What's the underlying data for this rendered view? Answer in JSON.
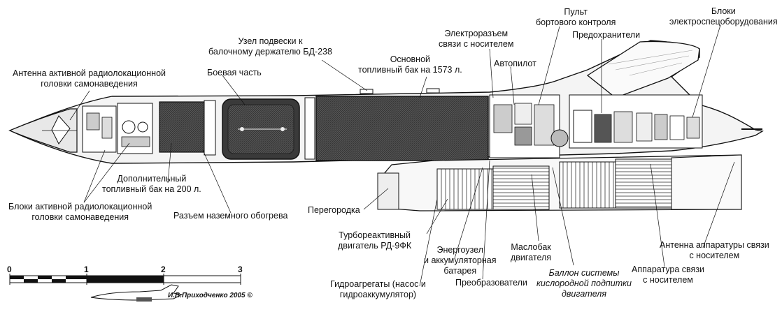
{
  "labels": {
    "antenna_radar": [
      "Антенна активной радиолокационной",
      "головки самонаведения"
    ],
    "warhead": "Боевая часть",
    "pylon_mount": [
      "Узел подвески к",
      "балочному держателю БД-238"
    ],
    "main_tank": [
      "Основной",
      "топливный бак на 1573 л."
    ],
    "connector": [
      "Электроразъем",
      "связи с носителем"
    ],
    "autopilot": "Автопилот",
    "control_panel": [
      "Пульт",
      "бортового контроля"
    ],
    "fuses": "Предохранители",
    "equipment_blocks": [
      "Блоки",
      "электроспецоборудования"
    ],
    "extra_tank": [
      "Дополнитель­ный",
      "топливный бак на 200 л."
    ],
    "radar_blocks": [
      "Блоки активной радиолокационной",
      "головки самонаведения"
    ],
    "ground_heating": "Разъем наземного обогрева",
    "bulkhead": "Перегородка",
    "engine": [
      "Турбореактивный",
      "двигатель РД-9ФК"
    ],
    "power_unit": [
      "Энергоузел",
      "и аккумуляторная",
      "батарея"
    ],
    "oil_tank": [
      "Маслобак",
      "двигателя"
    ],
    "antenna_link": [
      "Антенна аппаратуры связи",
      "с носителем"
    ],
    "link_equipment": [
      "Аппаратура связи",
      "с носителем"
    ],
    "hydraulics": [
      "Гидроагрегаты (насос и",
      "гидроаккумулятор)"
    ],
    "converters": "Преобразователи",
    "oxygen": [
      "Баллон системы",
      "кислородной подпитки",
      "двигателя"
    ]
  },
  "scale": {
    "ticks": [
      "0",
      "1",
      "2",
      "3"
    ]
  },
  "credit": "И.В.Приходченко 2005 ©"
}
